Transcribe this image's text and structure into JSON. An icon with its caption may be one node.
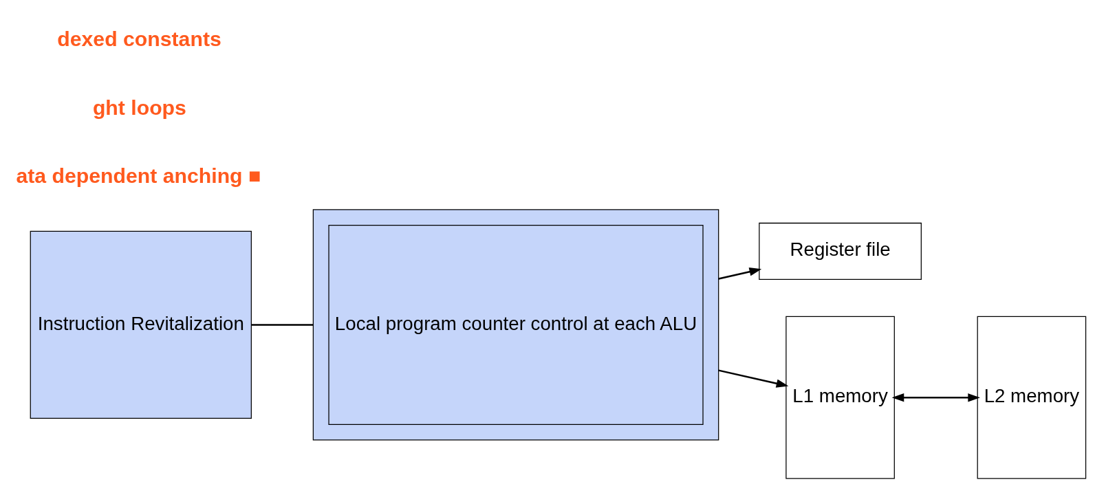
{
  "diagram": {
    "nodes": [
      {
        "text": [
          "Register file"
        ]
      },
      {
        "text": [],
        "shape": "box"
      },
      {
        "text": [
          "Local program counter control at each ALU"
        ],
        "in": 1
      },
      {
        "text": [
          "Instruction Revitalization"
        ]
      },
      {
        "text": [
          "L1 memory"
        ]
      },
      {
        "text": [
          "L2 memory"
        ]
      }
    ],
    "edges": [
      {
        "from": 3,
        "to": 1,
        "arrow": "none"
      },
      {
        "from": 1,
        "to": 0,
        "arrow": "to"
      },
      {
        "from": 1,
        "to": 4,
        "arrow": "to"
      },
      {
        "from": 4,
        "to": 5,
        "arrow": "both"
      }
    ],
    "labels": [
      "dexed constants",
      "ght loops",
      "ata dependent anching ■"
    ]
  }
}
